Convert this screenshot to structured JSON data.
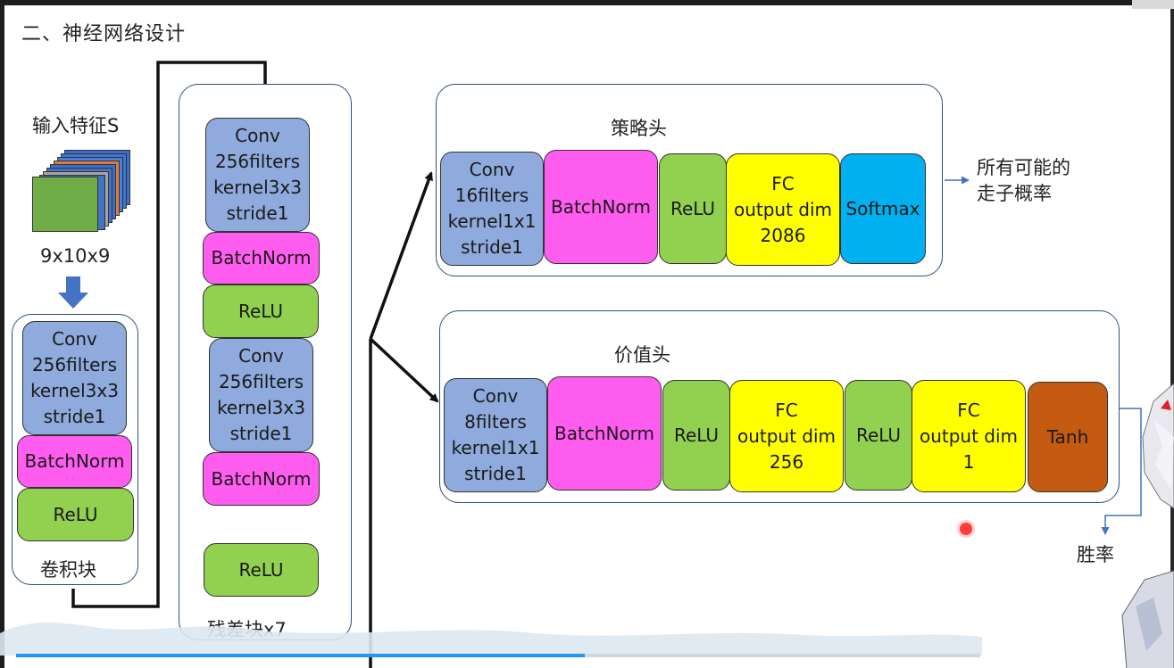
{
  "title": "二、神经网络设计",
  "input": {
    "label": "输入特征S",
    "dims": "9x10x9"
  },
  "conv_block": {
    "label": "卷积块",
    "conv": "Conv\n256filters\nkernel3x3\nstride1",
    "bn": "BatchNorm",
    "relu": "ReLU"
  },
  "residual_block": {
    "label": "残差块x7",
    "conv1": "Conv\n256filters\nkernel3x3\nstride1",
    "bn1": "BatchNorm",
    "relu1": "ReLU",
    "conv2": "Conv\n256filters\nkernel3x3\nstride1",
    "bn2": "BatchNorm",
    "relu2": "ReLU"
  },
  "policy_head": {
    "label": "策略头",
    "conv": "Conv\n16filters\nkernel1x1\nstride1",
    "bn": "BatchNorm",
    "relu": "ReLU",
    "fc": "FC\noutput dim\n2086",
    "softmax": "Softmax",
    "output": "所有可能的\n走子概率"
  },
  "value_head": {
    "label": "价值头",
    "conv": "Conv\n8filters\nkernel1x1\nstride1",
    "bn": "BatchNorm",
    "relu1": "ReLU",
    "fc1": "FC\noutput dim\n256",
    "relu2": "ReLU",
    "fc2": "FC\noutput dim\n1",
    "tanh": "Tanh",
    "output": "胜率"
  },
  "player": {
    "progress_percent": 59
  },
  "colors": {
    "conv": "#8faadc",
    "bn": "#ff5cf0",
    "relu": "#92d050",
    "fc": "#ffff00",
    "softmax": "#00b0f0",
    "tanh": "#c55a11"
  }
}
